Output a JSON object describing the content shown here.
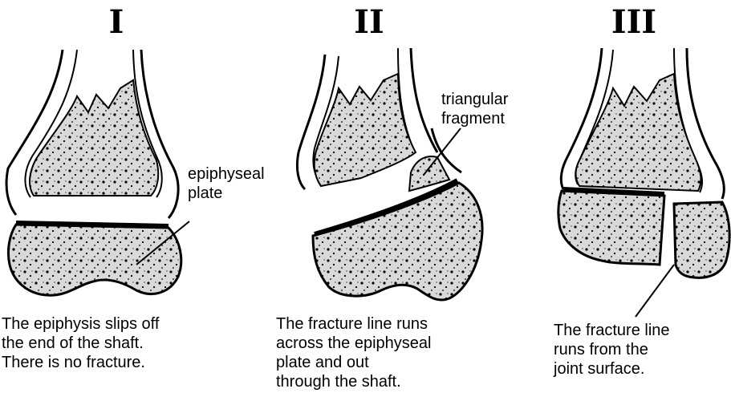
{
  "panels": [
    {
      "numeral": "I",
      "caption_lines": [
        "The epiphysis slips off",
        "the end of the shaft.",
        "There is no fracture."
      ]
    },
    {
      "numeral": "II",
      "caption_lines": [
        "The fracture line runs",
        "across the epiphyseal",
        "plate and out",
        "through the shaft."
      ]
    },
    {
      "numeral": "III",
      "caption_lines": [
        "The fracture line",
        "runs from the",
        "joint surface."
      ]
    }
  ],
  "labels": {
    "epiphyseal_plate": [
      "epiphyseal",
      "plate"
    ],
    "triangular_fragment": [
      "triangular",
      "fragment"
    ]
  },
  "colors": {
    "ink": "#000000",
    "bone_fill": "#bdbdbd",
    "background": "#ffffff"
  }
}
